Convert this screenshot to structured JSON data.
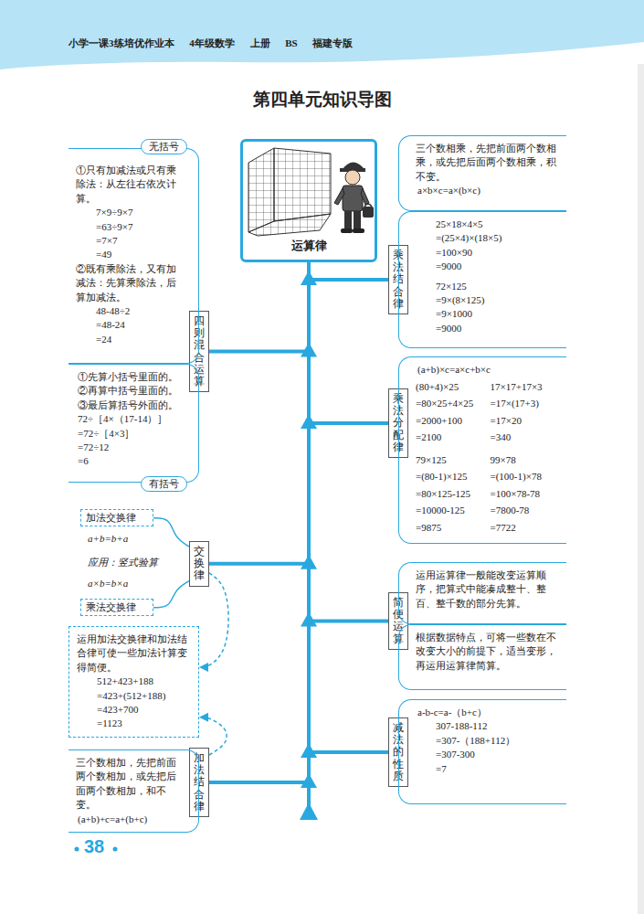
{
  "diagram": {
    "title": "第四单元知识导图",
    "nodes": [
      {
        "text": [
          "运算律"
        ]
      },
      {
        "text": [
          "四则混合运算"
        ]
      },
      {
        "text": [
          "无括号",
          "①只有加减法或只有乘除法：从左往右依次计算。",
          "7×9÷9×7",
          "=63÷9×7",
          "=7×7",
          "=49",
          "②既有乘除法，又有加减法：先算乘除法，后算加减法。",
          "48-48÷2",
          "=48-24",
          "=24"
        ]
      },
      {
        "text": [
          "①先算小括号里面的。",
          "②再算中括号里面的。",
          "③最后算括号外面的。",
          "72÷［4×（17-14）］",
          "=72÷［4×3］",
          "=72÷12",
          "=6",
          "有括号"
        ]
      },
      {
        "text": [
          "交换律"
        ]
      },
      {
        "text": [
          "加法交换律"
        ]
      },
      {
        "text": [
          "乘法交换律"
        ]
      },
      {
        "text": [
          "运用加法交换律和加法结合律可使一些加法计算变得简便。",
          "512+423+188",
          "=423+(512+188)",
          "=423+700",
          "=1123"
        ]
      },
      {
        "text": [
          "加法结合律"
        ]
      },
      {
        "text": [
          "三个数相加，先把前面两个数相加，或先把后面两个数相加，和不变。",
          "(a+b)+c=a+(b+c)"
        ]
      },
      {
        "text": [
          "乘法结合律"
        ]
      },
      {
        "text": [
          "三个数相乘，先把前面两个数相乘，或先把后面两个数相乘，积不变。",
          "a×b×c=a×(b×c)"
        ]
      },
      {
        "text": [
          "25×18×4×5",
          "=(25×4)×(18×5)",
          "=100×90",
          "=9000",
          "72×125",
          "=9×(8×125)",
          "=9×1000",
          "=9000"
        ]
      },
      {
        "text": [
          "乘法分配律"
        ]
      },
      {
        "text": [
          "(a+b)×c=a×c+b×c",
          "(80+4)×25",
          "=80×25+4×25",
          "=2000+100",
          "=2100",
          "17×17+17×3",
          "=17×(17+3)",
          "=17×20",
          "=340",
          "79×125",
          "=(80-1)×125",
          "=80×125-125",
          "=10000-125",
          "=9875",
          "99×78",
          "=(100-1)×78",
          "=100×78-78",
          "=7800-78",
          "=7722"
        ]
      },
      {
        "text": [
          "简便运算"
        ]
      },
      {
        "text": [
          "运用运算律一般能改变运算顺序，把算式中能凑成整十、整百、整千数的部分先算。"
        ]
      },
      {
        "text": [
          "根据数据特点，可将一些数在不改变大小的前提下，适当变形，再运用运算律简算。"
        ]
      },
      {
        "text": [
          "减法的性质"
        ]
      },
      {
        "text": [
          "a-b-c=a-（b+c）",
          "307-188-112",
          "=307-（188+112）",
          "=307-300",
          "=7"
        ]
      }
    ],
    "edges": [
      {
        "from": 0,
        "to": 10,
        "arrow": "none"
      },
      {
        "from": 0,
        "to": 1,
        "arrow": "none"
      },
      {
        "from": 0,
        "to": 13,
        "arrow": "none"
      },
      {
        "from": 0,
        "to": 4,
        "arrow": "none"
      },
      {
        "from": 0,
        "to": 15,
        "arrow": "none"
      },
      {
        "from": 0,
        "to": 18,
        "arrow": "none"
      },
      {
        "from": 0,
        "to": 8,
        "arrow": "none"
      },
      {
        "from": 4,
        "to": 5,
        "arrow": "none"
      },
      {
        "from": 4,
        "to": 6,
        "arrow": "none"
      },
      {
        "from": 4,
        "to": 7,
        "arrow": "to"
      },
      {
        "from": 8,
        "to": 7,
        "arrow": "to"
      }
    ],
    "labels": [
      "小学一课3练培优作业本 4年级数学 上册 BS 福建专版",
      "a+b=b+a",
      "应用：竖式验算",
      "a×b=b×a",
      "38"
    ]
  }
}
